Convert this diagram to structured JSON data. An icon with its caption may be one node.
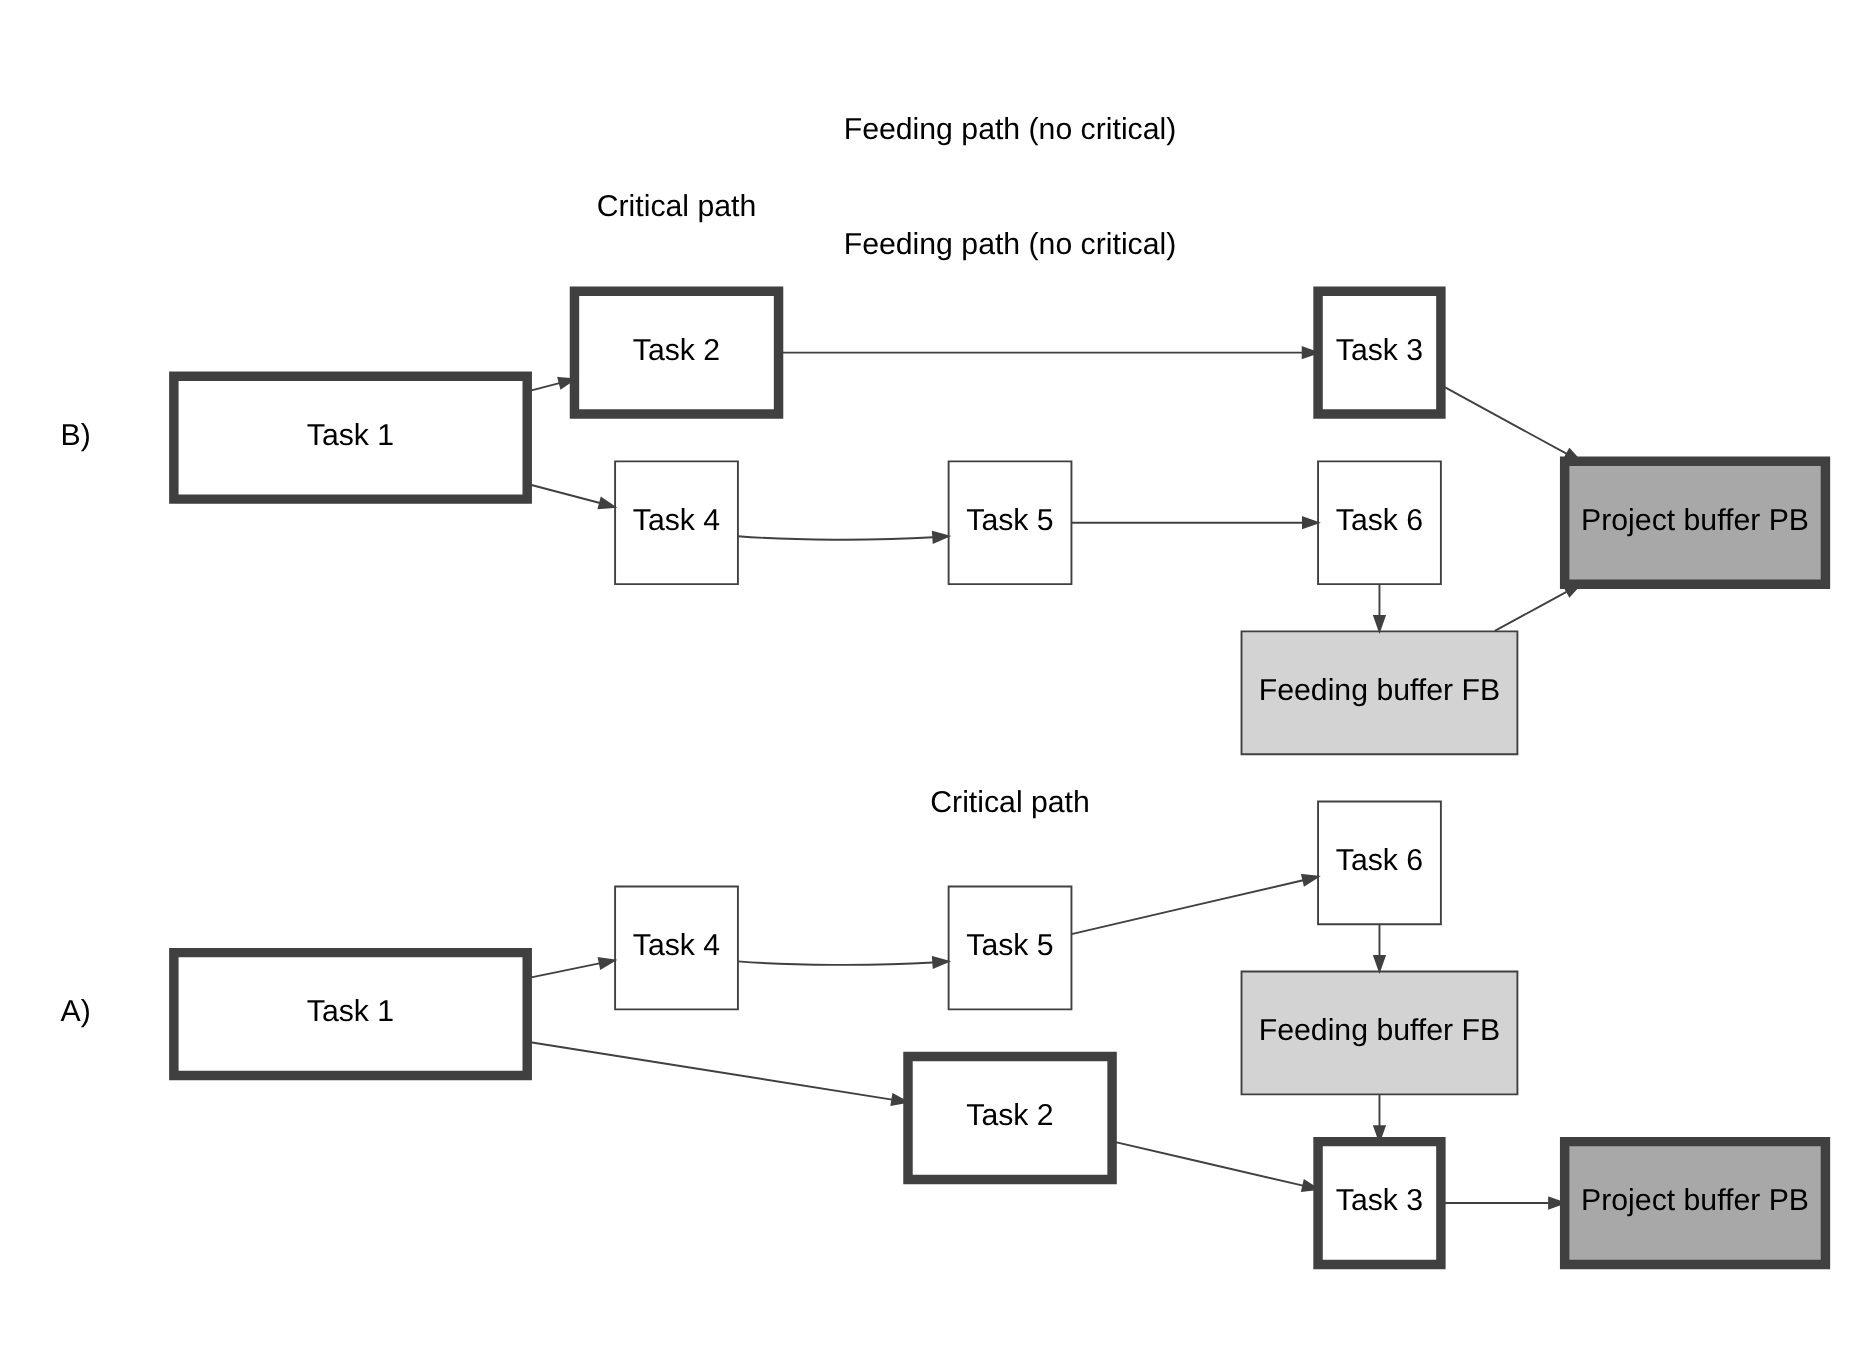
{
  "diagram": {
    "nodes": [
      {
        "text": [
          "Task 1"
        ]
      },
      {
        "text": [
          "Task 2"
        ]
      },
      {
        "text": [
          "Task 3"
        ]
      },
      {
        "text": [
          "Project buffer PB"
        ]
      },
      {
        "text": [
          "Task 4"
        ]
      },
      {
        "text": [
          "Task 5"
        ]
      },
      {
        "text": [
          "Task 6"
        ]
      },
      {
        "text": [
          "Feeding buffer FB"
        ]
      },
      {
        "text": [
          "Task 1"
        ]
      },
      {
        "text": [
          "Task 2"
        ]
      },
      {
        "text": [
          "Task 3"
        ]
      },
      {
        "text": [
          "Project buffer PB"
        ]
      },
      {
        "text": [
          "Task 4"
        ]
      },
      {
        "text": [
          "Task 5"
        ]
      },
      {
        "text": [
          "Task 6"
        ]
      },
      {
        "text": [
          "Feeding buffer FB"
        ]
      }
    ],
    "edges": [
      {
        "from": 0,
        "to": 1,
        "arrow": "to"
      },
      {
        "from": 1,
        "to": 2,
        "arrow": "to"
      },
      {
        "from": 2,
        "to": 3,
        "arrow": "to"
      },
      {
        "from": 0,
        "to": 4,
        "arrow": "to"
      },
      {
        "from": 4,
        "to": 5,
        "arrow": "to"
      },
      {
        "from": 5,
        "to": 6,
        "arrow": "to"
      },
      {
        "from": 6,
        "to": 7,
        "arrow": "to"
      },
      {
        "from": 7,
        "to": 2,
        "arrow": "to"
      },
      {
        "from": 8,
        "to": 9,
        "arrow": "to"
      },
      {
        "from": 9,
        "to": 10,
        "arrow": "to"
      },
      {
        "from": 10,
        "to": 11,
        "arrow": "to"
      },
      {
        "from": 8,
        "to": 12,
        "arrow": "to"
      },
      {
        "from": 12,
        "to": 13,
        "arrow": "to"
      },
      {
        "from": 13,
        "to": 14,
        "arrow": "to"
      },
      {
        "from": 14,
        "to": 15,
        "arrow": "to"
      },
      {
        "from": 15,
        "to": 11,
        "arrow": "to"
      }
    ],
    "labels": [
      "Critical path",
      "A)",
      "Feeding path (no critical)",
      "Critical path",
      "B)",
      "Feeding path (no critical)"
    ]
  }
}
